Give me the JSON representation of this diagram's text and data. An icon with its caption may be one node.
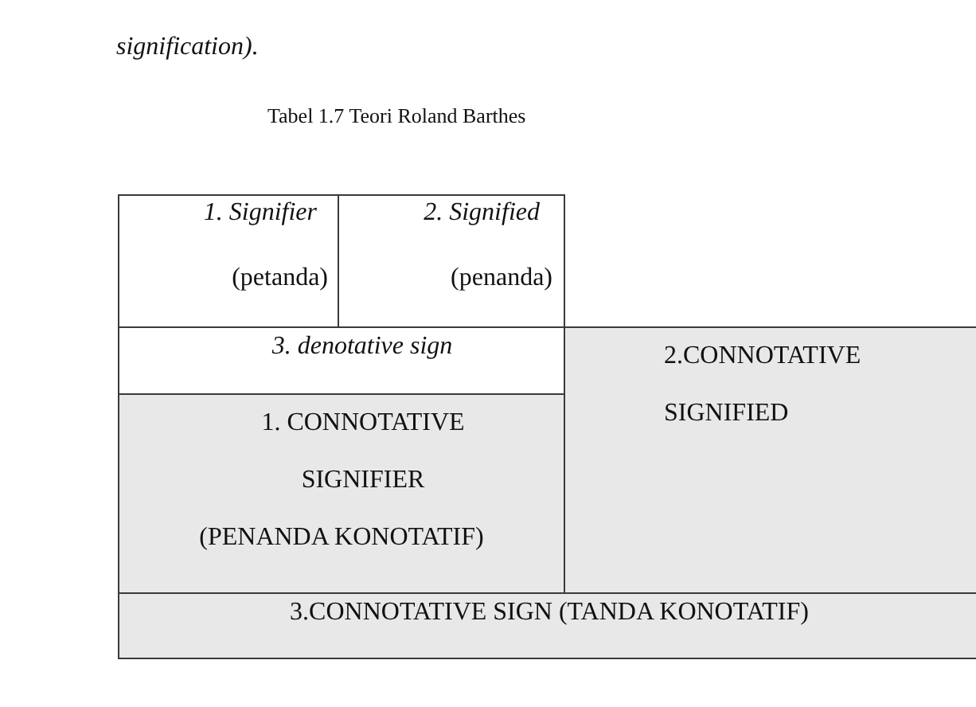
{
  "diagram": {
    "caption": "Tabel 1.7 Teori Roland Barthes",
    "nodes": [
      {
        "text": [
          "1. Signifier",
          "(petanda)"
        ]
      },
      {
        "text": [
          "2. Signified",
          "(penanda)"
        ]
      },
      {
        "text": [
          "3. denotative sign"
        ]
      },
      {
        "text": [
          "2.CONNOTATIVE SIGNIFIED"
        ]
      },
      {
        "text": [
          "1. CONNOTATIVE SIGNIFIER",
          "(PENANDA KONOTATIF)"
        ]
      },
      {
        "text": [
          "3.CONNOTATIVE SIGN (TANDA KONOTATIF)"
        ]
      }
    ],
    "labels": [
      "signification)."
    ]
  }
}
